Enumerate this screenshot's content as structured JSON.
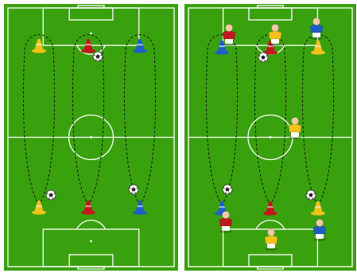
{
  "colors": {
    "grass": "#3aa10e",
    "line": "#ffffff",
    "dash": "#111111",
    "red": "#c0181c",
    "yellow": "#f3c21b",
    "blue": "#1e5fc4",
    "skin": "#f2c9a4"
  },
  "icons": {
    "cone": "training-cone",
    "ball": "soccer-ball",
    "player": "player-figure"
  },
  "drill": {
    "lanes": [
      "yellow",
      "red",
      "blue"
    ],
    "diagram_1": {
      "cones_top": [
        "yellow",
        "red",
        "blue"
      ],
      "cones_bottom": [
        "yellow",
        "red",
        "blue"
      ],
      "balls": 3
    },
    "diagram_2": {
      "cones_top": [
        "blue",
        "red",
        "yellow"
      ],
      "cones_bottom": [
        "blue",
        "red",
        "yellow"
      ],
      "players": [
        "red",
        "yellow",
        "blue",
        "yellow",
        "red",
        "yellow",
        "blue"
      ],
      "balls": 3
    }
  }
}
